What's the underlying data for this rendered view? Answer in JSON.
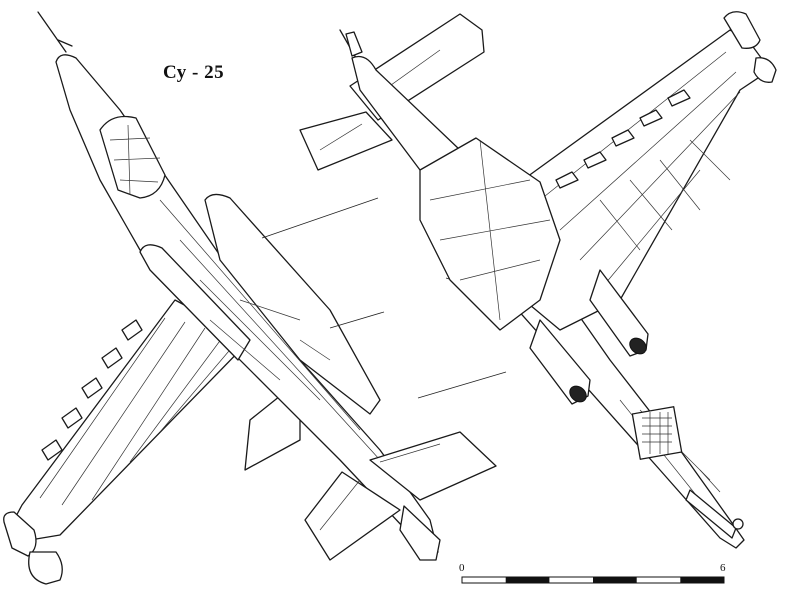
{
  "title": "Су - 25",
  "scale_bar": {
    "start_label": "0",
    "end_label": "6"
  }
}
